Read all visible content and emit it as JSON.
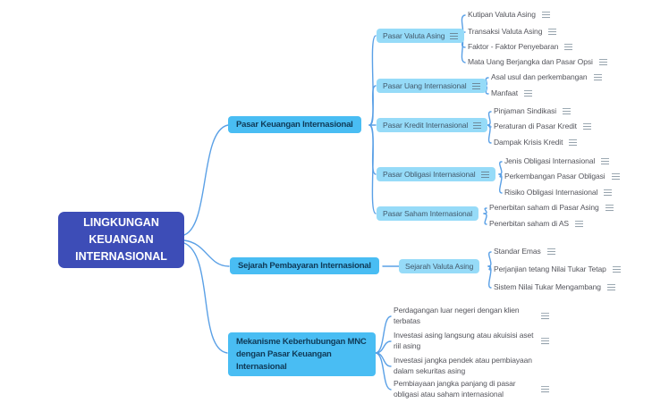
{
  "colors": {
    "root_bg": "#3d4db7",
    "root_text": "#ffffff",
    "branch_bg": "#49bdf3",
    "branch_text": "#0f3956",
    "subtopic_bg": "#96dbf8",
    "subtopic_text": "#42596b",
    "leaf_text": "#54555c",
    "connector_line": "#5aa0e6",
    "note_icon": "#97a4ae"
  },
  "root": {
    "label": "LINGKUNGAN KEUANGAN INTERNASIONAL"
  },
  "branches": [
    {
      "label": "Pasar Keuangan Internasional",
      "topics": [
        {
          "label": "Pasar Valuta Asing",
          "note": true,
          "leaves": [
            {
              "label": "Kutipan Valuta Asing",
              "note": true
            },
            {
              "label": "Transaksi Valuta Asing",
              "note": true
            },
            {
              "label": "Faktor - Faktor Penyebaran",
              "note": true
            },
            {
              "label": "Mata Uang Berjangka dan Pasar Opsi",
              "note": true
            }
          ]
        },
        {
          "label": "Pasar Uang Internasional",
          "note": true,
          "leaves": [
            {
              "label": "Asal usul dan perkembangan",
              "note": true
            },
            {
              "label": "Manfaat",
              "note": true
            }
          ]
        },
        {
          "label": "Pasar Kredit Internasional",
          "note": true,
          "leaves": [
            {
              "label": "Pinjaman Sindikasi",
              "note": true
            },
            {
              "label": "Peraturan di Pasar Kredit",
              "note": true
            },
            {
              "label": "Dampak Krisis Kredit",
              "note": true
            }
          ]
        },
        {
          "label": "Pasar Obligasi Internasional",
          "note": true,
          "leaves": [
            {
              "label": "Jenis Obligasi Internasional",
              "note": true
            },
            {
              "label": "Perkembangan Pasar Obligasi",
              "note": true
            },
            {
              "label": "Risiko Obligasi Internasional",
              "note": true
            }
          ]
        },
        {
          "label": "Pasar Saham Internasional",
          "note": false,
          "leaves": [
            {
              "label": "Penerbitan saham di Pasar Asing",
              "note": true
            },
            {
              "label": "Penerbitan saham di AS",
              "note": true
            }
          ]
        }
      ]
    },
    {
      "label": "Sejarah Pembayaran Internasional",
      "topics": [
        {
          "label": "Sejarah Valuta Asing",
          "note": false,
          "leaves": [
            {
              "label": "Standar Emas",
              "note": true
            },
            {
              "label": "Perjanjian tetang Nilai Tukar Tetap",
              "note": true
            },
            {
              "label": "Sistem Nilai Tukar Mengambang",
              "note": true
            }
          ]
        }
      ]
    },
    {
      "label": "Mekanisme Keberhubungan MNC dengan Pasar Keuangan Internasional",
      "leaves": [
        {
          "label": "Perdagangan luar negeri dengan klien terbatas",
          "note": true
        },
        {
          "label": "Investasi asing langsung atau akuisisi aset riil asing",
          "note": true
        },
        {
          "label": "Investasi jangka pendek atau pembiayaan dalam sekuritas asing",
          "note": false
        },
        {
          "label": "Pembiayaan jangka panjang di pasar obligasi atau saham internasional",
          "note": true
        }
      ]
    }
  ]
}
